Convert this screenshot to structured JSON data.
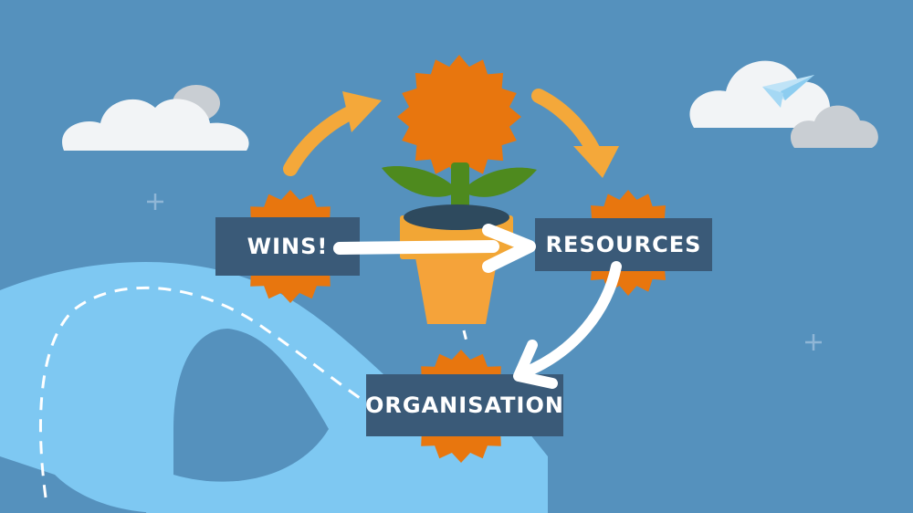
{
  "labels": {
    "wins": "WINS!",
    "resources": "RESOURCES",
    "organisation": "ORGANISATION"
  },
  "colors": {
    "background": "#5591bd",
    "river": "#7ec8f2",
    "river_shadow": "#5b9fcf",
    "flower_orange": "#e8760e",
    "pot": "#f5a33a",
    "pot_rim": "#f2a635",
    "leaf": "#4e8a1e",
    "arrow_orange": "#f4a83a",
    "label_box": "#3a5a78",
    "cloud": "#f2f4f6",
    "cloud_gray": "#c9ced3",
    "white_arrow": "#ffffff"
  }
}
